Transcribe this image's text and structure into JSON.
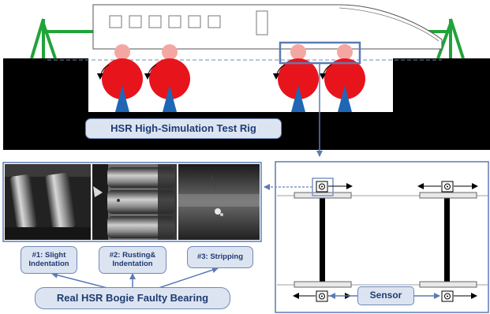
{
  "rig": {
    "label": "HSR High-Simulation Test Rig"
  },
  "faults": [
    {
      "id": "slight",
      "label": "#1: Slight\nIndentation"
    },
    {
      "id": "rusting",
      "label": "#2: Rusting&\nIndentation"
    },
    {
      "id": "stripping",
      "label": "#3: Stripping"
    }
  ],
  "bearing_label": "Real HSR Bogie Faulty Bearing",
  "sensor_label": "Sensor",
  "colors": {
    "label_fill": "#dde4f1",
    "label_border": "#6f89b9",
    "label_text": "#1f3c73",
    "wheel_red": "#e8141c",
    "support_blue": "#1f67b4",
    "frame_green": "#21a33a",
    "ground_black": "#000000"
  }
}
